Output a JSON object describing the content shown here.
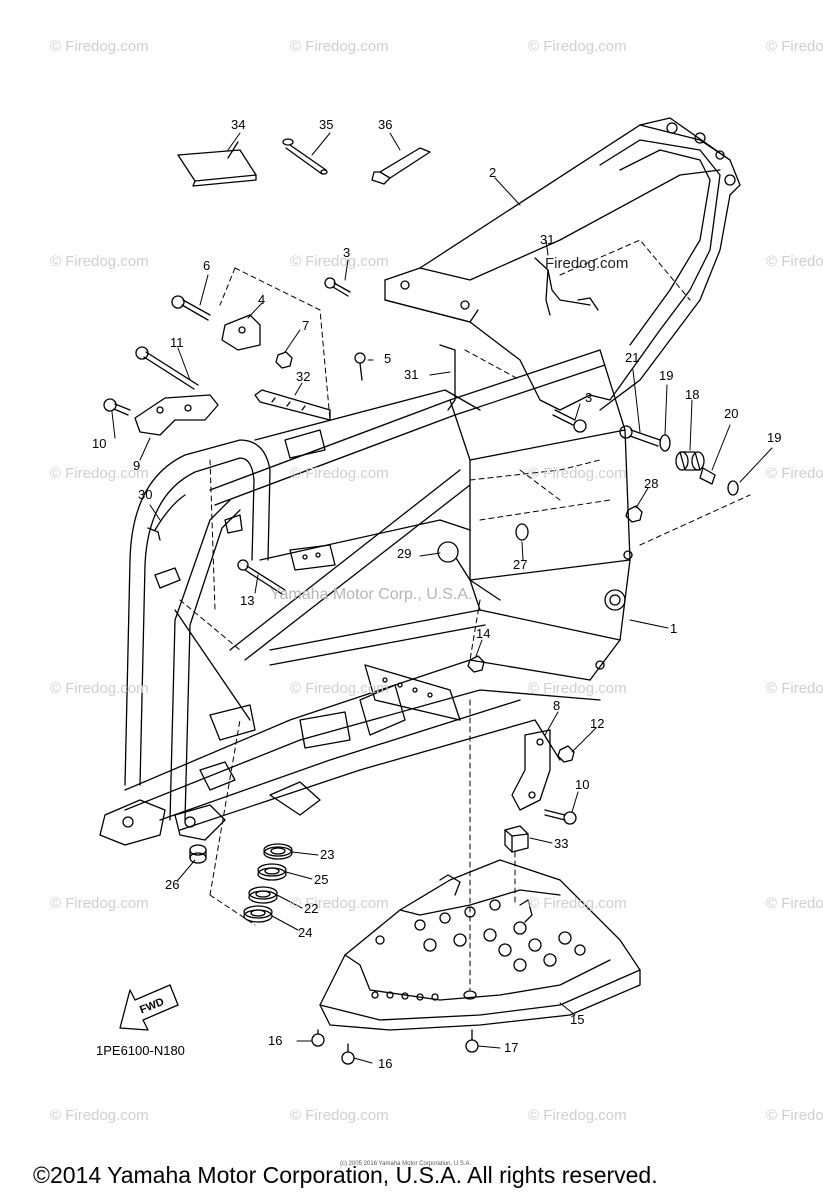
{
  "watermark": "© Firedog.com",
  "mid_watermark": "Yamaha Motor Corp., U.S.A.",
  "firedog_inline": "Firedog.com",
  "fwd_label": "FWD",
  "model_code": "1PE6100-N180",
  "tiny_notice": "(c) 2005 2016 Yamaha Motor Corporation, U.S.A.",
  "copyright": "©2014 Yamaha Motor Corporation, U.S.A. All rights reserved.",
  "callouts": [
    "34",
    "35",
    "36",
    "2",
    "31",
    "3",
    "6",
    "4",
    "7",
    "11",
    "5",
    "31",
    "32",
    "21",
    "19",
    "18",
    "20",
    "19",
    "3",
    "10",
    "9",
    "30",
    "28",
    "29",
    "27",
    "13",
    "1",
    "14",
    "8",
    "12",
    "10",
    "23",
    "25",
    "22",
    "24",
    "26",
    "33",
    "15",
    "16",
    "16",
    "17"
  ],
  "colors": {
    "line": "#000000",
    "watermark": "#cfcfcf"
  }
}
